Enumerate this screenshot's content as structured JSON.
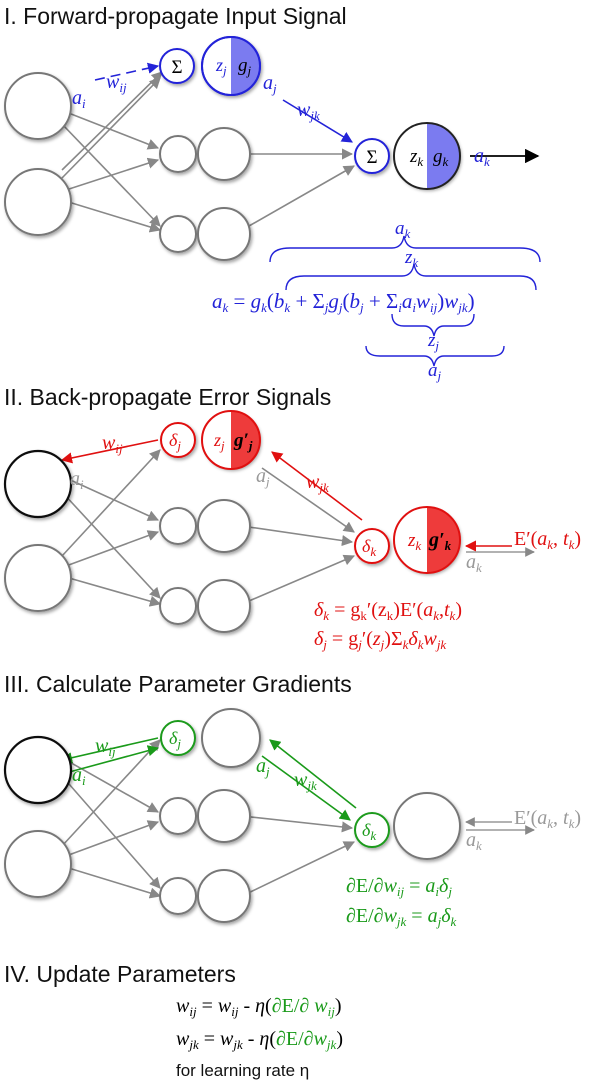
{
  "sections": [
    {
      "title": "I. Forward-propagate Input Signal"
    },
    {
      "title": "II. Back-propagate Error Signals"
    },
    {
      "title": "III. Calculate Parameter Gradients"
    },
    {
      "title": "IV. Update Parameters"
    }
  ],
  "symbols": {
    "sigma": "Σ",
    "a": "a",
    "w": "w",
    "z": "z",
    "g": "g",
    "delta": "δ",
    "E": "E",
    "t": "t",
    "i": "i",
    "j": "j",
    "k": "k",
    "ij": "ij",
    "jk": "jk",
    "eta": "η"
  },
  "equations": {
    "forward": "a_k = g_k(b_k + Σ_j g_j(b_j + Σ_i a_i w_ij) w_jk)",
    "forward_brace_labels": [
      "a_k",
      "z_k",
      "z_j",
      "a_j"
    ],
    "error_input": "E′(a_k, t_k)",
    "delta_k": "δ_k = g_k′(z_k)E′(a_k,t_k)",
    "delta_j": "δ_j = g_j′(z_j)Σ_k δ_k w_jk",
    "grad_ij": "∂E/∂w_ij = a_i δ_j",
    "grad_jk": "∂E/∂w_jk = a_j δ_k",
    "update_ij": "w_ij = w_ij - η(∂E/∂ w_ij)",
    "update_jk": "w_jk = w_jk - η(∂E/∂w_jk)",
    "learning_rate_note": "for learning rate η"
  },
  "colors": {
    "forward": "#2323d8",
    "backward": "#e01010",
    "gradient": "#1a9a1a",
    "inactive": "#999999",
    "node_fill_blue": "#7b7bf0",
    "node_fill_red": "#ee3b3b"
  }
}
